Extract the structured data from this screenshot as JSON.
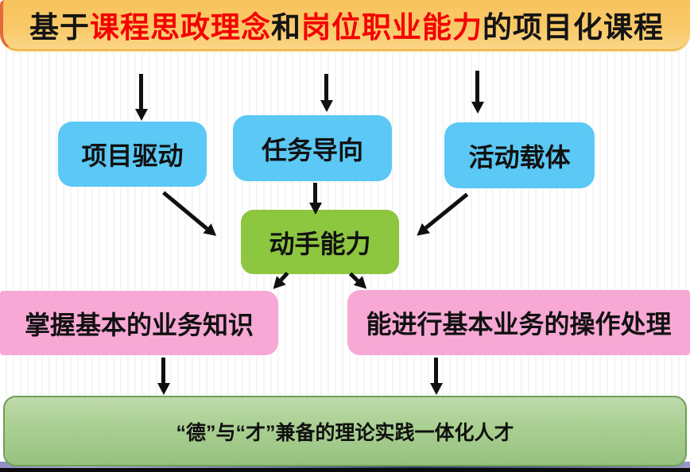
{
  "title": {
    "segments": [
      {
        "text": "基于",
        "color": "black"
      },
      {
        "text": "课程思政理念",
        "color": "red"
      },
      {
        "text": "和",
        "color": "black"
      },
      {
        "text": "岗位职业能力",
        "color": "red"
      },
      {
        "text": "的项目化课程",
        "color": "black"
      }
    ]
  },
  "nodes": {
    "project_driven": "项目驱动",
    "task_oriented": "任务导向",
    "activity_carrier": "活动载体",
    "hands_on": "动手能力",
    "master_knowledge": "掌握基本的业务知识",
    "basic_operation": "能进行基本业务的操作处理",
    "outcome": "“德”与“才”兼备的理论实践一体化人才"
  },
  "colors": {
    "title_red": "#f50000",
    "title_black": "#141414",
    "banner_yellow": "#f9c967",
    "banner_border": "#f0b03e",
    "banner_left_edge": "#e4683a",
    "node_blue": "#5bc8f5",
    "node_green": "#8dc63f",
    "node_pink": "#f8a8d4",
    "outcome_fill": "#a9cf91",
    "outcome_border": "#6fa053",
    "arrow": "#101010",
    "bottom_bar": "#0a0a0a",
    "under_strip_lavender": "#928fc4",
    "under_strip_navy": "#2e3b6e"
  }
}
